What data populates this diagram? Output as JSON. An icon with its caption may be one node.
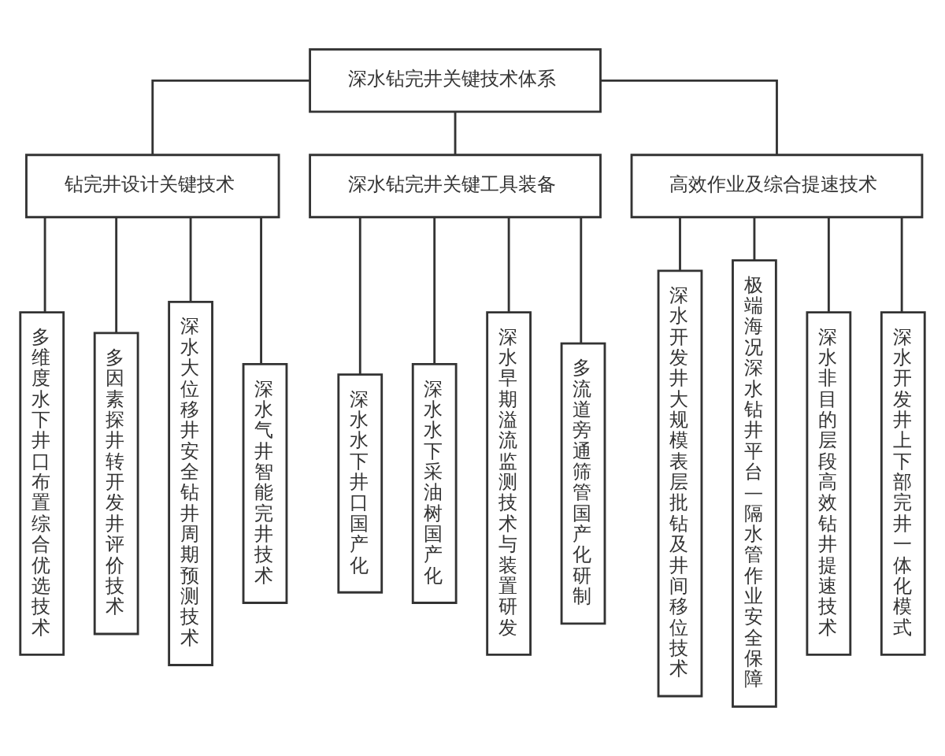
{
  "diagram": {
    "nodes": [
      {
        "text": [
          "深水钻完井关键技术体系"
        ]
      },
      {
        "text": [
          "钻完井设计关键技术"
        ]
      },
      {
        "text": [
          "深水钻完井关键工具装备"
        ]
      },
      {
        "text": [
          "高效作业及综合提速技术"
        ]
      },
      {
        "text": [
          "多维度水下井口布置综合优选技术"
        ]
      },
      {
        "text": [
          "多因素探井转开发井评价技术"
        ]
      },
      {
        "text": [
          "深水大位移井安全钻井周期预测技术"
        ]
      },
      {
        "text": [
          "深水气井智能完井技术"
        ]
      },
      {
        "text": [
          "深水水下井口国产化"
        ]
      },
      {
        "text": [
          "深水水下采油树国产化"
        ]
      },
      {
        "text": [
          "深水早期溢流监测技术与装置研发"
        ]
      },
      {
        "text": [
          "多流道旁通筛管国产化研制"
        ]
      },
      {
        "text": [
          "深水开发井大规模表层批钻及井间移位技术"
        ]
      },
      {
        "text": [
          "极端海况深水钻井平台—隔水管作业安全保障"
        ]
      },
      {
        "text": [
          "深水非目的层段高效钻井提速技术"
        ]
      },
      {
        "text": [
          "深水开发井上下部完井一体化模式"
        ]
      }
    ],
    "edges": [
      {
        "from": 0,
        "to": 1,
        "arrow": "none"
      },
      {
        "from": 0,
        "to": 2,
        "arrow": "none"
      },
      {
        "from": 0,
        "to": 3,
        "arrow": "none"
      },
      {
        "from": 1,
        "to": 4,
        "arrow": "none"
      },
      {
        "from": 1,
        "to": 5,
        "arrow": "none"
      },
      {
        "from": 1,
        "to": 6,
        "arrow": "none"
      },
      {
        "from": 1,
        "to": 7,
        "arrow": "none"
      },
      {
        "from": 2,
        "to": 8,
        "arrow": "none"
      },
      {
        "from": 2,
        "to": 9,
        "arrow": "none"
      },
      {
        "from": 2,
        "to": 10,
        "arrow": "none"
      },
      {
        "from": 2,
        "to": 11,
        "arrow": "none"
      },
      {
        "from": 3,
        "to": 12,
        "arrow": "none"
      },
      {
        "from": 3,
        "to": 13,
        "arrow": "none"
      },
      {
        "from": 3,
        "to": 14,
        "arrow": "none"
      },
      {
        "from": 3,
        "to": 15,
        "arrow": "none"
      }
    ]
  }
}
